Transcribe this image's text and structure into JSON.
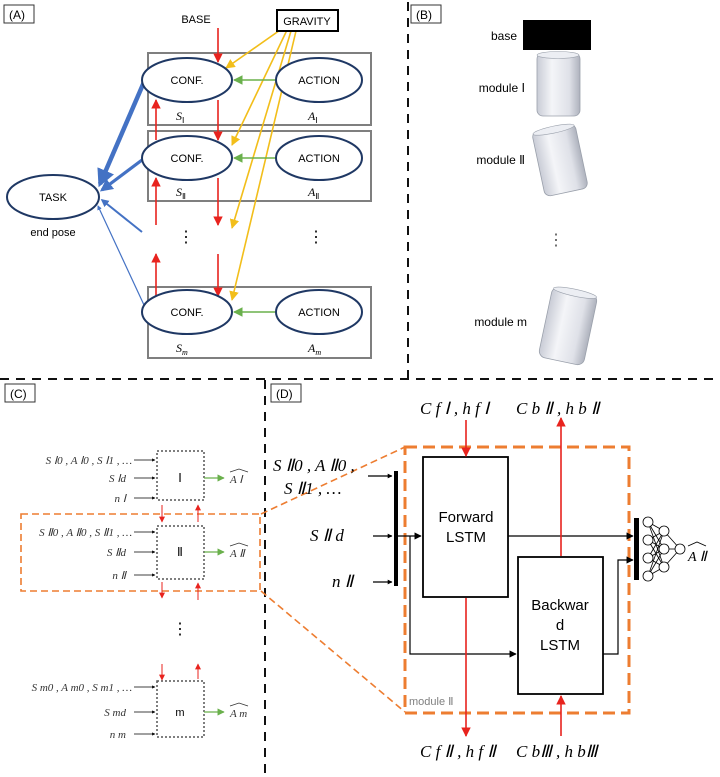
{
  "panel_labels": {
    "a": "(A)",
    "b": "(B)",
    "c": "(C)",
    "d": "(D)"
  },
  "colors": {
    "red": "#e8231e",
    "gold": "#f2be1a",
    "green": "#6ab04c",
    "blue": "#4472c4",
    "orange": "#ed7d31",
    "node_stroke": "#1f3864",
    "black_block": "#000000"
  },
  "panel_a": {
    "base": "BASE",
    "gravity": "GRAVITY",
    "task": "TASK",
    "task_sub": "end pose",
    "conf": "CONF.",
    "action": "ACTION",
    "dots": "⋮",
    "rows": [
      {
        "s": "S",
        "s_sub": "Ⅰ",
        "a": "A",
        "a_sub": "Ⅰ"
      },
      {
        "s": "S",
        "s_sub": "Ⅱ",
        "a": "A",
        "a_sub": "Ⅱ"
      },
      {
        "s": "S",
        "s_sub": "m",
        "a": "A",
        "a_sub": "m"
      }
    ]
  },
  "panel_b": {
    "base": "base",
    "modules": [
      "module Ⅰ",
      "module Ⅱ",
      "module m"
    ],
    "dots": "⋮",
    "icons": [
      "robot-module-1-icon",
      "robot-module-2-icon",
      "robot-module-m-icon"
    ]
  },
  "panel_c": {
    "rows": [
      {
        "in1": "S Ⅰ0 , A Ⅰ0 , S Ⅰ1 , …",
        "in2": "S Ⅰd",
        "in3": "n Ⅰ",
        "box": "Ⅰ",
        "out": "A Ⅰ"
      },
      {
        "in1": "S Ⅱ0 , A Ⅱ0 , S Ⅱ1 , …",
        "in2": "S Ⅱd",
        "in3": "n Ⅱ",
        "box": "Ⅱ",
        "out": "A Ⅱ"
      },
      {
        "in1": "S m0 , A m0 , S m1 , …",
        "in2": "S md",
        "in3": "n m",
        "box": "m",
        "out": "A m"
      }
    ],
    "dots": "⋮"
  },
  "panel_d": {
    "top_left": "C f Ⅰ , h f Ⅰ",
    "top_right": "C b Ⅱ , h b Ⅱ",
    "bottom_left": "C f Ⅱ , h f Ⅱ",
    "bottom_right": "C bⅢ , h bⅢ",
    "in1a": "S Ⅱ0 , A Ⅱ0 ,",
    "in1b": "S Ⅱ1 , …",
    "in2": "S Ⅱ d",
    "in3": "n Ⅱ",
    "forward": [
      "Forward",
      "LSTM"
    ],
    "backward": [
      "Backwar",
      "d",
      "LSTM"
    ],
    "module": "module Ⅱ",
    "out": "A Ⅱ",
    "nn_icon": "neural-network-icon"
  }
}
